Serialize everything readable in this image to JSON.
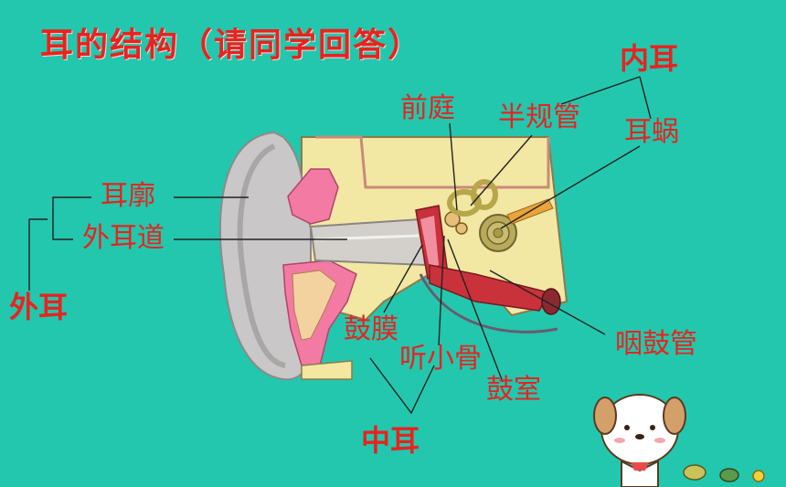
{
  "title": "耳的结构（请同学回答）",
  "labels": {
    "inner_ear": "内耳",
    "vestibule": "前庭",
    "semicircular_canals": "半规管",
    "cochlea": "耳蜗",
    "auricle": "耳廓",
    "ear_canal": "外耳道",
    "outer_ear": "外耳",
    "eardrum": "鼓膜",
    "ossicles": "听小骨",
    "tympanic_cavity": "鼓室",
    "eustachian_tube": "咽鼓管",
    "middle_ear": "中耳"
  },
  "colors": {
    "background": "#23c7ad",
    "label_text": "#e8231f"
  }
}
